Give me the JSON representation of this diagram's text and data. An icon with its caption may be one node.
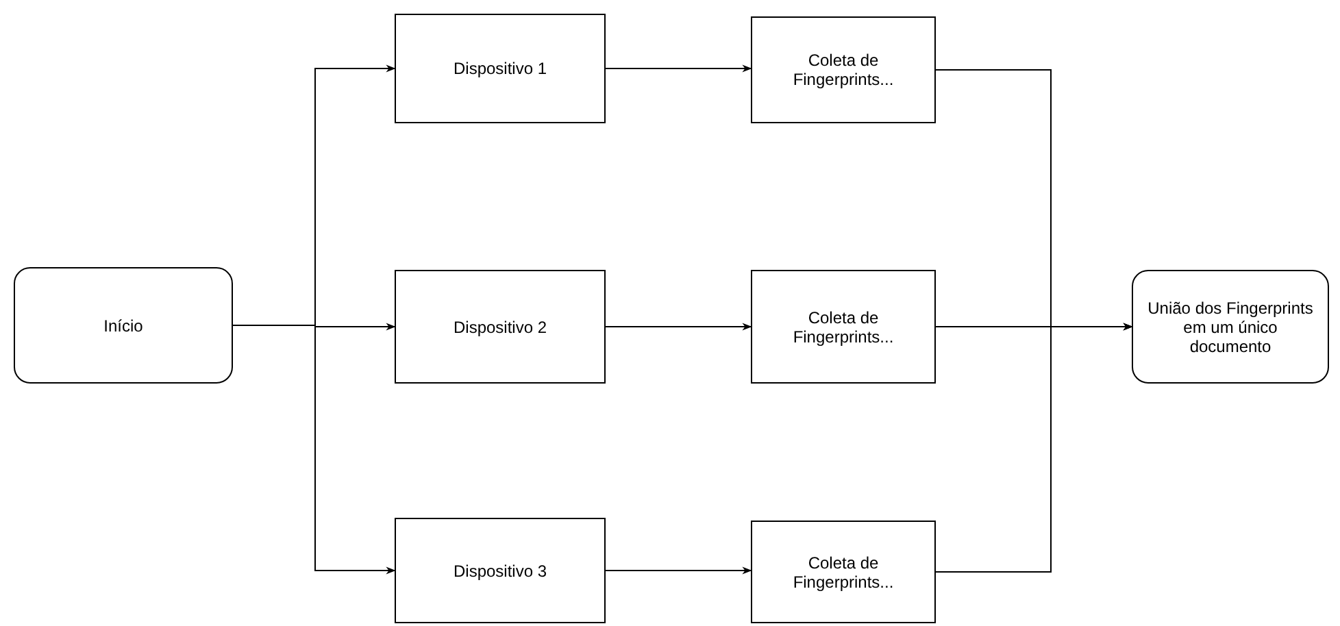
{
  "diagram": {
    "nodes": [
      {
        "text": [
          "Início"
        ]
      },
      {
        "text": [
          "Dispositivo 1"
        ]
      },
      {
        "text": [
          "Coleta de Fingerprints..."
        ]
      },
      {
        "text": [
          "Dispositivo 2"
        ]
      },
      {
        "text": [
          "Coleta de Fingerprints..."
        ]
      },
      {
        "text": [
          "Dispositivo 3"
        ]
      },
      {
        "text": [
          "Coleta de Fingerprints..."
        ]
      },
      {
        "text": [
          "União dos Fingerprints em um único documento"
        ]
      }
    ],
    "edges": [
      {
        "from": 0,
        "to": 1,
        "arrow": "to"
      },
      {
        "from": 0,
        "to": 3,
        "arrow": "to"
      },
      {
        "from": 0,
        "to": 5,
        "arrow": "to"
      },
      {
        "from": 1,
        "to": 2,
        "arrow": "to"
      },
      {
        "from": 3,
        "to": 4,
        "arrow": "to"
      },
      {
        "from": 5,
        "to": 6,
        "arrow": "to"
      },
      {
        "from": 2,
        "to": 7,
        "arrow": "to"
      },
      {
        "from": 4,
        "to": 7,
        "arrow": "to"
      },
      {
        "from": 6,
        "to": 7,
        "arrow": "to"
      }
    ]
  }
}
